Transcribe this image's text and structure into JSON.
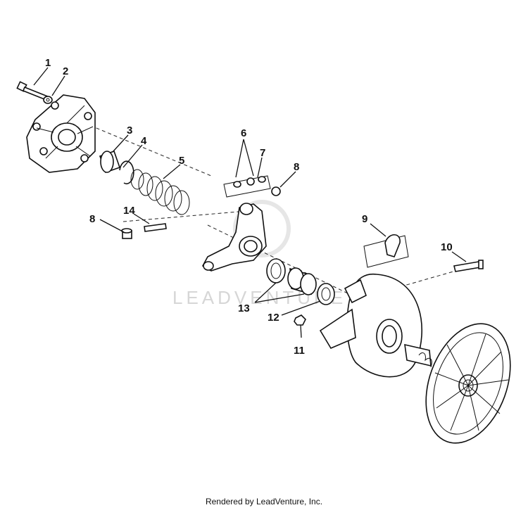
{
  "watermark": "LEADVENTURE",
  "callouts": {
    "c1": "1",
    "c2": "2",
    "c3": "3",
    "c4": "4",
    "c5": "5",
    "c6": "6",
    "c7": "7",
    "c8a": "8",
    "c8b": "8",
    "c9": "9",
    "c10": "10",
    "c11": "11",
    "c12": "12",
    "c13": "13",
    "c14": "14"
  },
  "footer": "Rendered by LeadVenture, Inc."
}
